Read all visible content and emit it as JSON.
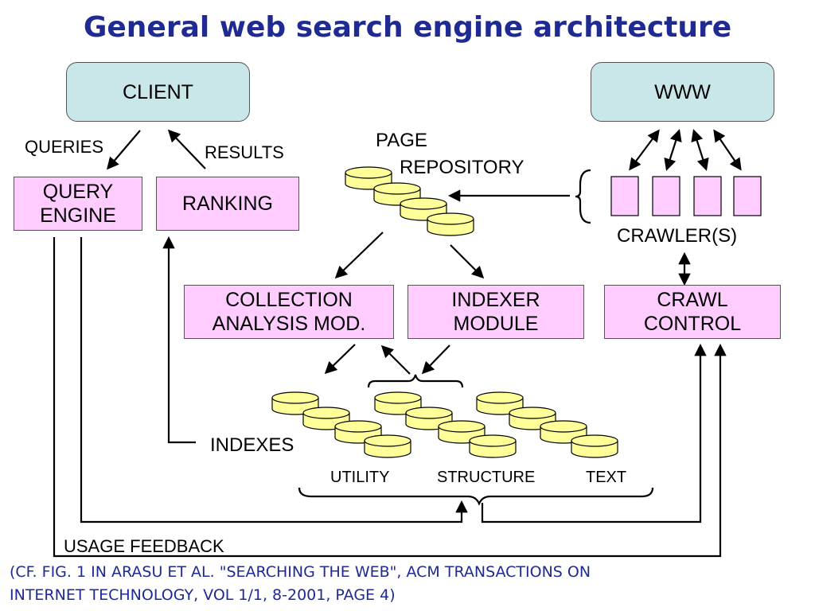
{
  "title": "General web search engine architecture",
  "boxes": {
    "client": "CLIENT",
    "www": "WWW",
    "query_engine": [
      "QUERY",
      "ENGINE"
    ],
    "ranking": "RANKING",
    "collection_analysis": [
      "COLLECTION",
      "ANALYSIS MOD."
    ],
    "indexer_module": [
      "INDEXER",
      "MODULE"
    ],
    "crawl_control": [
      "CRAWL",
      "CONTROL"
    ]
  },
  "labels": {
    "queries": "QUERIES",
    "results": "RESULTS",
    "page": "PAGE",
    "repository": "REPOSITORY",
    "crawlers": "CRAWLER(S)",
    "indexes": "INDEXES",
    "utility": "UTILITY",
    "structure": "STRUCTURE",
    "text": "TEXT",
    "usage_feedback": "USAGE FEEDBACK"
  },
  "caption": [
    "(CF. FIG. 1 IN ARASU ET AL. \"SEARCHING THE WEB\", ACM TRANSACTIONS ON",
    "INTERNET TECHNOLOGY, VOL 1/1, 8-2001, PAGE 4)"
  ],
  "colors": {
    "title": "#1f2a93",
    "module_fill": "#ffccff",
    "endpoint_fill": "#c9e6e8",
    "database_fill": "#ffff99"
  }
}
